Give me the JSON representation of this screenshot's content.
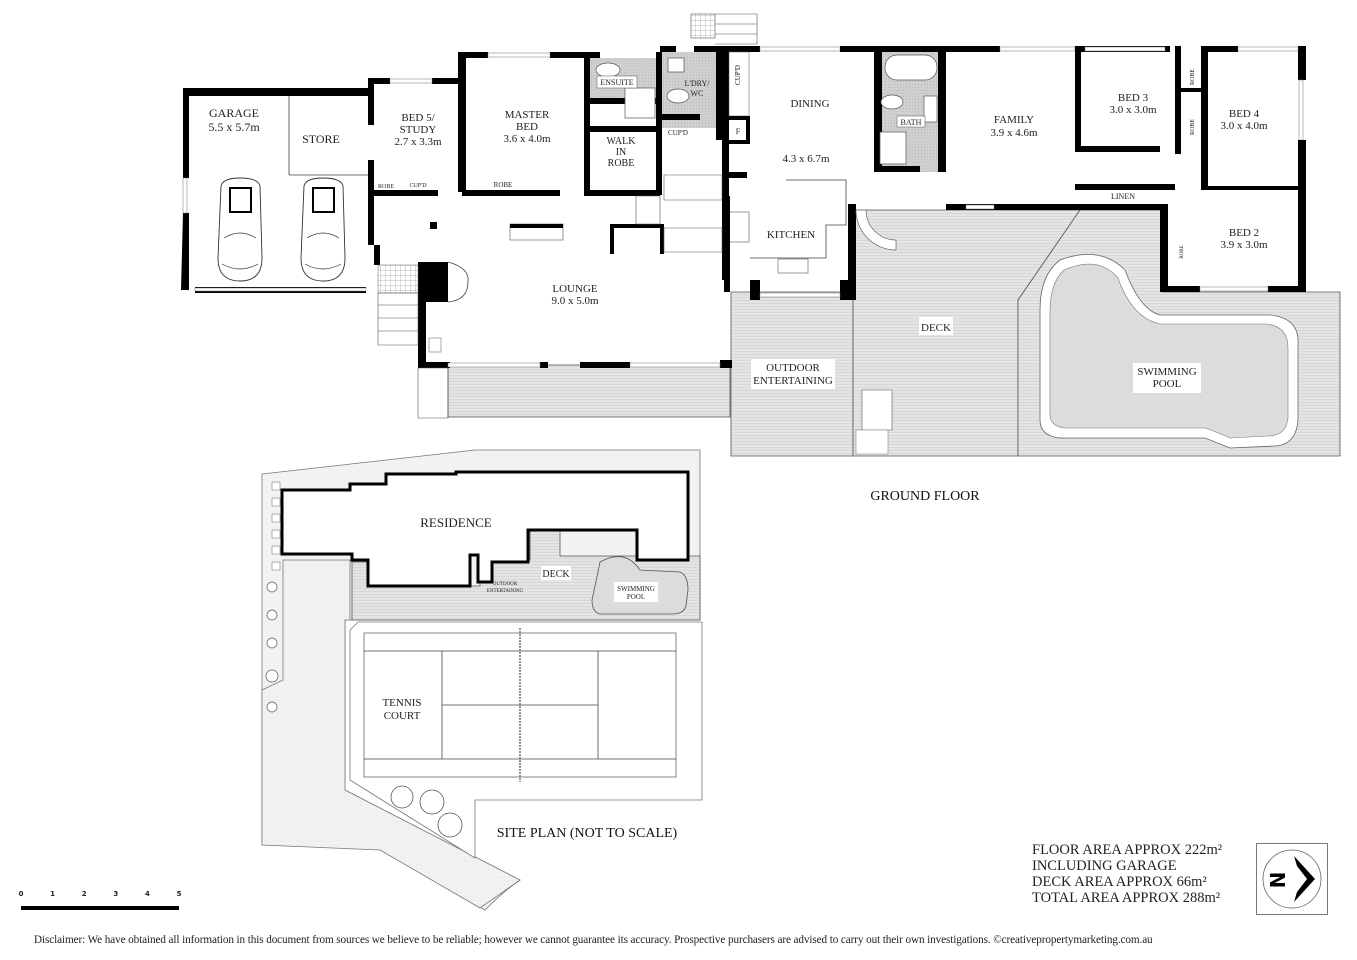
{
  "ground_floor": {
    "title": "GROUND FLOOR",
    "rooms": {
      "garage": {
        "name": "GARAGE",
        "size": "5.5 x 5.7m"
      },
      "store": {
        "name": "STORE"
      },
      "bed5": {
        "name_line1": "BED 5/",
        "name_line2": "STUDY",
        "size": "2.7 x 3.3m"
      },
      "master": {
        "name_line1": "MASTER",
        "name_line2": "BED",
        "size": "3.6 x 4.0m"
      },
      "ensuite": {
        "name": "ENSUITE"
      },
      "walk_in_robe": {
        "line1": "WALK",
        "line2": "IN",
        "line3": "ROBE"
      },
      "laundry": {
        "line1": "L'DRY/",
        "line2": "WC"
      },
      "dining": {
        "name": "DINING",
        "size": "4.3 x 6.7m"
      },
      "bath": {
        "name": "BATH"
      },
      "family": {
        "name": "FAMILY",
        "size": "3.9 x 4.6m"
      },
      "bed3": {
        "name": "BED 3",
        "size": "3.0 x 3.0m"
      },
      "bed4": {
        "name": "BED 4",
        "size": "3.0 x 4.0m"
      },
      "bed2": {
        "name": "BED 2",
        "size": "3.9 x 3.0m"
      },
      "kitchen": {
        "name": "KITCHEN"
      },
      "lounge": {
        "name": "LOUNGE",
        "size": "9.0 x 5.0m"
      },
      "deck": {
        "name": "DECK"
      },
      "outdoor": {
        "line1": "OUTDOOR",
        "line2": "ENTERTAINING"
      },
      "pool": {
        "line1": "SWIMMING",
        "line2": "POOL"
      },
      "linen": {
        "name": "LINEN"
      }
    },
    "small_labels": {
      "robe": "ROBE",
      "cupd": "CUP'D",
      "fridge": "F"
    }
  },
  "site_plan": {
    "title": "SITE PLAN (NOT TO SCALE)",
    "residence": "RESIDENCE",
    "deck": "DECK",
    "outdoor_line1": "OUTDOOR",
    "outdoor_line2": "ENTERTAINING",
    "pool_line1": "SWIMMING",
    "pool_line2": "POOL",
    "tennis_line1": "TENNIS",
    "tennis_line2": "COURT"
  },
  "areas": {
    "line1": "FLOOR AREA APPROX 222m²",
    "line2": "INCLUDING GARAGE",
    "line3": "DECK AREA APPROX 66m²",
    "line4": "TOTAL AREA APPROX 288m²"
  },
  "scale_bar": {
    "ticks": [
      "0",
      "1",
      "2",
      "3",
      "4",
      "5"
    ]
  },
  "north_arrow": {
    "letter": "N"
  },
  "disclaimer": "Disclaimer: We have obtained all information in this document from sources we believe to be reliable; however we cannot guarantee its accuracy. Prospective purchasers are advised to carry out their own investigations. ©creativepropertymarketing.com.au"
}
